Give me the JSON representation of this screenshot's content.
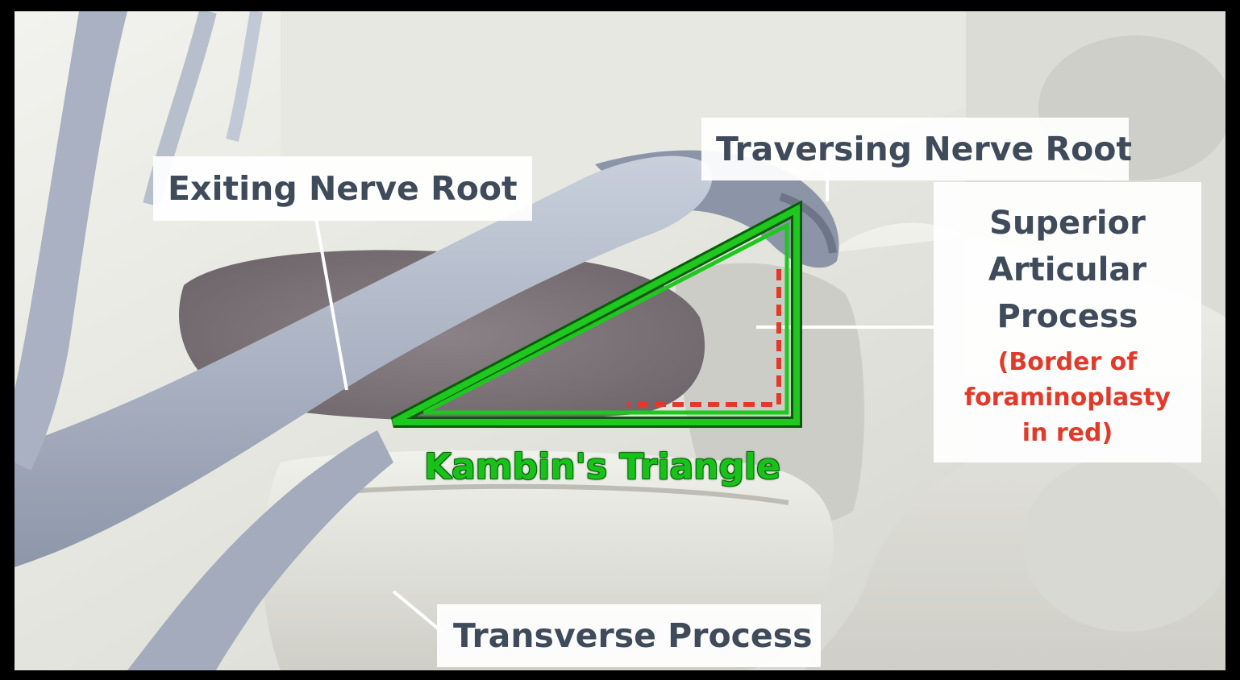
{
  "labels": {
    "traversing_nerve_root": "Traversing Nerve Root",
    "exiting_nerve_root": "Exiting Nerve Root",
    "superior_articular_process": [
      "Superior",
      "Articular",
      "Process"
    ],
    "foraminoplasty_note": [
      "(Border of",
      "foraminoplasty",
      "in red)"
    ],
    "transverse_process": "Transverse Process",
    "kambin_triangle": "Kambin's Triangle"
  },
  "colors": {
    "triangle_outline": "#1ec81e",
    "foraminoplasty_border": "#e23a2a",
    "label_text": "#3f4a5a",
    "nerve": "#aeb6c6",
    "bone": "#e6e6e1",
    "disc": "#7e7579"
  }
}
